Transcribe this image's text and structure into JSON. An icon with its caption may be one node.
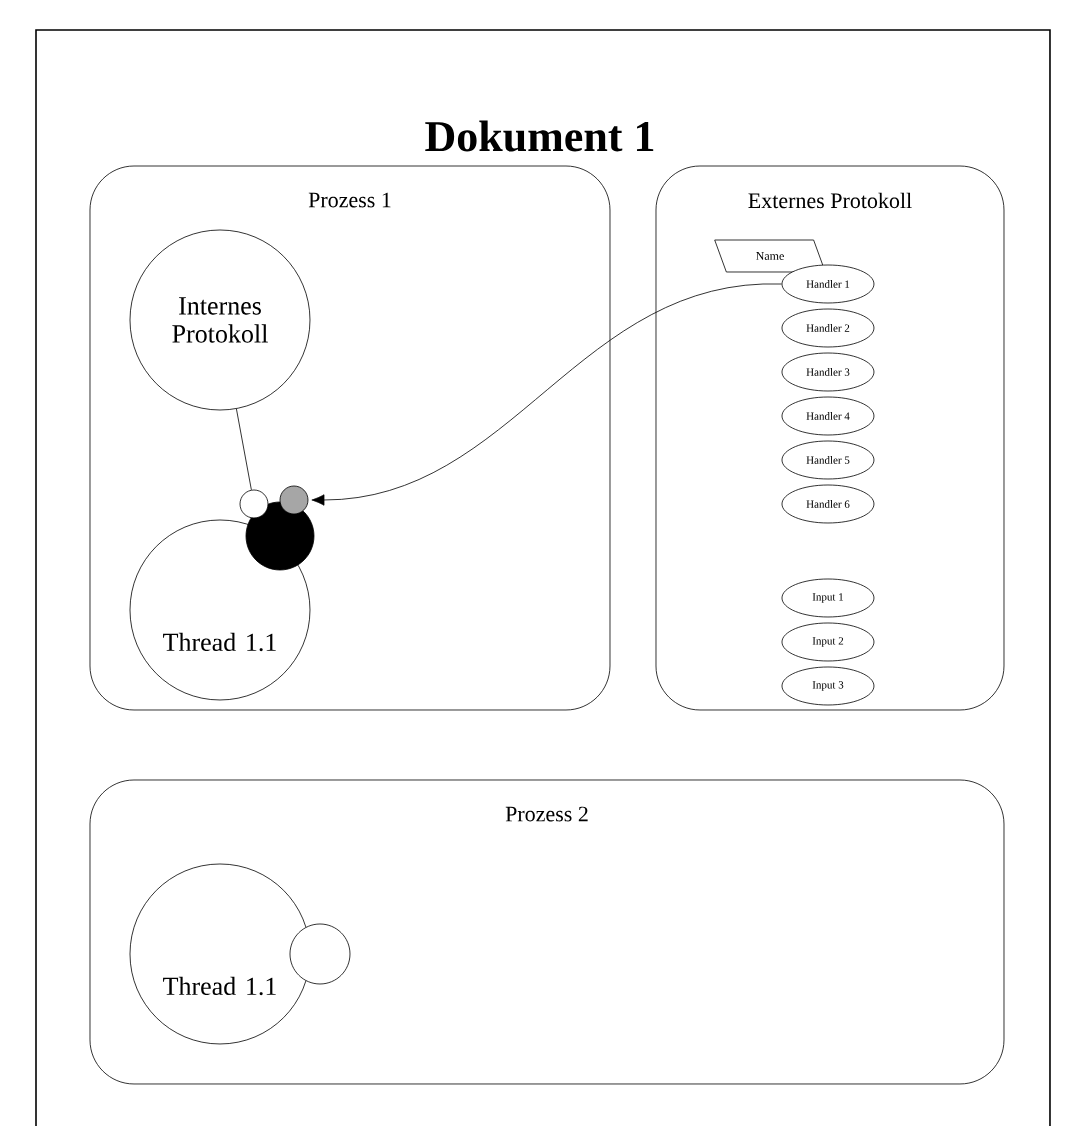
{
  "diagram": {
    "title": "Dokument 1",
    "nodes": [
      {
        "text": [
          "Prozess 1"
        ]
      },
      {
        "text": [
          "Internes Protokoll"
        ],
        "in": 0
      },
      {
        "text": [
          "Thread 1.1"
        ],
        "in": 0
      },
      {
        "text": [],
        "shape": "circle",
        "in": 0
      },
      {
        "text": [],
        "shape": "circle",
        "in": 0
      },
      {
        "text": [],
        "shape": "circle",
        "in": 0
      },
      {
        "text": [
          "Externes Protokoll"
        ]
      },
      {
        "text": [
          "Name"
        ],
        "in": 6
      },
      {
        "text": [
          "Handler 1"
        ],
        "in": 6
      },
      {
        "text": [
          "Handler 2"
        ],
        "in": 6
      },
      {
        "text": [
          "Handler 3"
        ],
        "in": 6
      },
      {
        "text": [
          "Handler 4"
        ],
        "in": 6
      },
      {
        "text": [
          "Handler 5"
        ],
        "in": 6
      },
      {
        "text": [
          "Handler 6"
        ],
        "in": 6
      },
      {
        "text": [
          "Input 1"
        ],
        "in": 6
      },
      {
        "text": [
          "Input 2"
        ],
        "in": 6
      },
      {
        "text": [
          "Input 3"
        ],
        "in": 6
      },
      {
        "text": [
          "Prozess 2"
        ]
      },
      {
        "text": [
          "Thread 1.1"
        ],
        "in": 17
      },
      {
        "text": [],
        "shape": "circle",
        "in": 17
      }
    ],
    "edges": [
      {
        "from": 1,
        "to": 4,
        "arrow": "none"
      },
      {
        "from": 8,
        "to": 5,
        "arrow": "to"
      }
    ]
  }
}
